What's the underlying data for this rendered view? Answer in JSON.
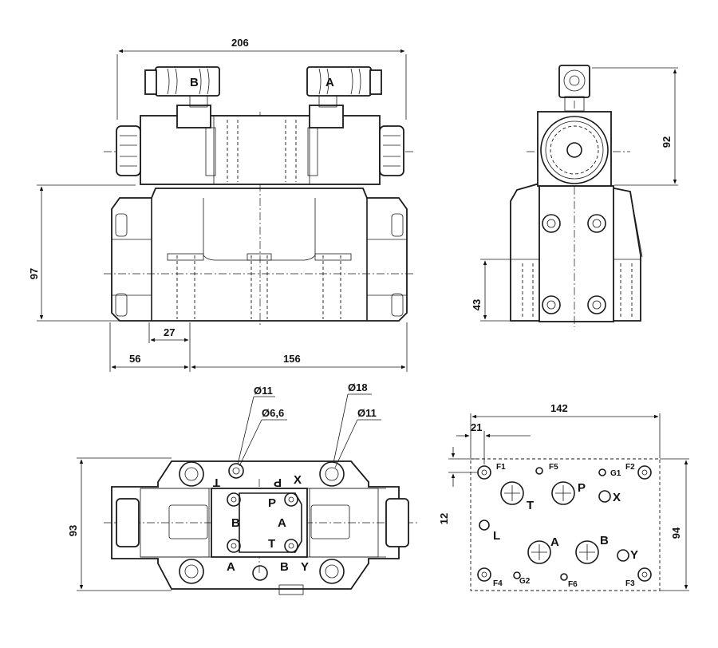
{
  "dimensions": {
    "front_width": "206",
    "front_height": "97",
    "mount_offset": "27",
    "left_offset": "56",
    "base_width": "156",
    "side_height": "92",
    "side_base": "43",
    "top_height": "93",
    "hole_d11_a": "Ø11",
    "hole_d66": "Ø6,6",
    "hole_d18": "Ø18",
    "hole_d11_b": "Ø11",
    "plate_width": "142",
    "plate_offset_x": "21",
    "plate_offset_y": "12",
    "plate_height": "94"
  },
  "solenoids": {
    "left": "B",
    "right": "A"
  },
  "top_view_ports": {
    "t_flipped": "T",
    "p_flipped": "P",
    "x": "X",
    "p": "P",
    "b": "B",
    "a": "A",
    "t": "T",
    "a_lower": "A",
    "b_lower": "B",
    "y": "Y"
  },
  "plate_ports": {
    "f1": "F1",
    "f5": "F5",
    "g1": "G1",
    "f2": "F2",
    "t": "T",
    "p": "P",
    "x": "X",
    "l": "L",
    "a": "A",
    "b": "B",
    "y": "Y",
    "f4": "F4",
    "g2": "G2",
    "f6": "F6",
    "f3": "F3"
  }
}
